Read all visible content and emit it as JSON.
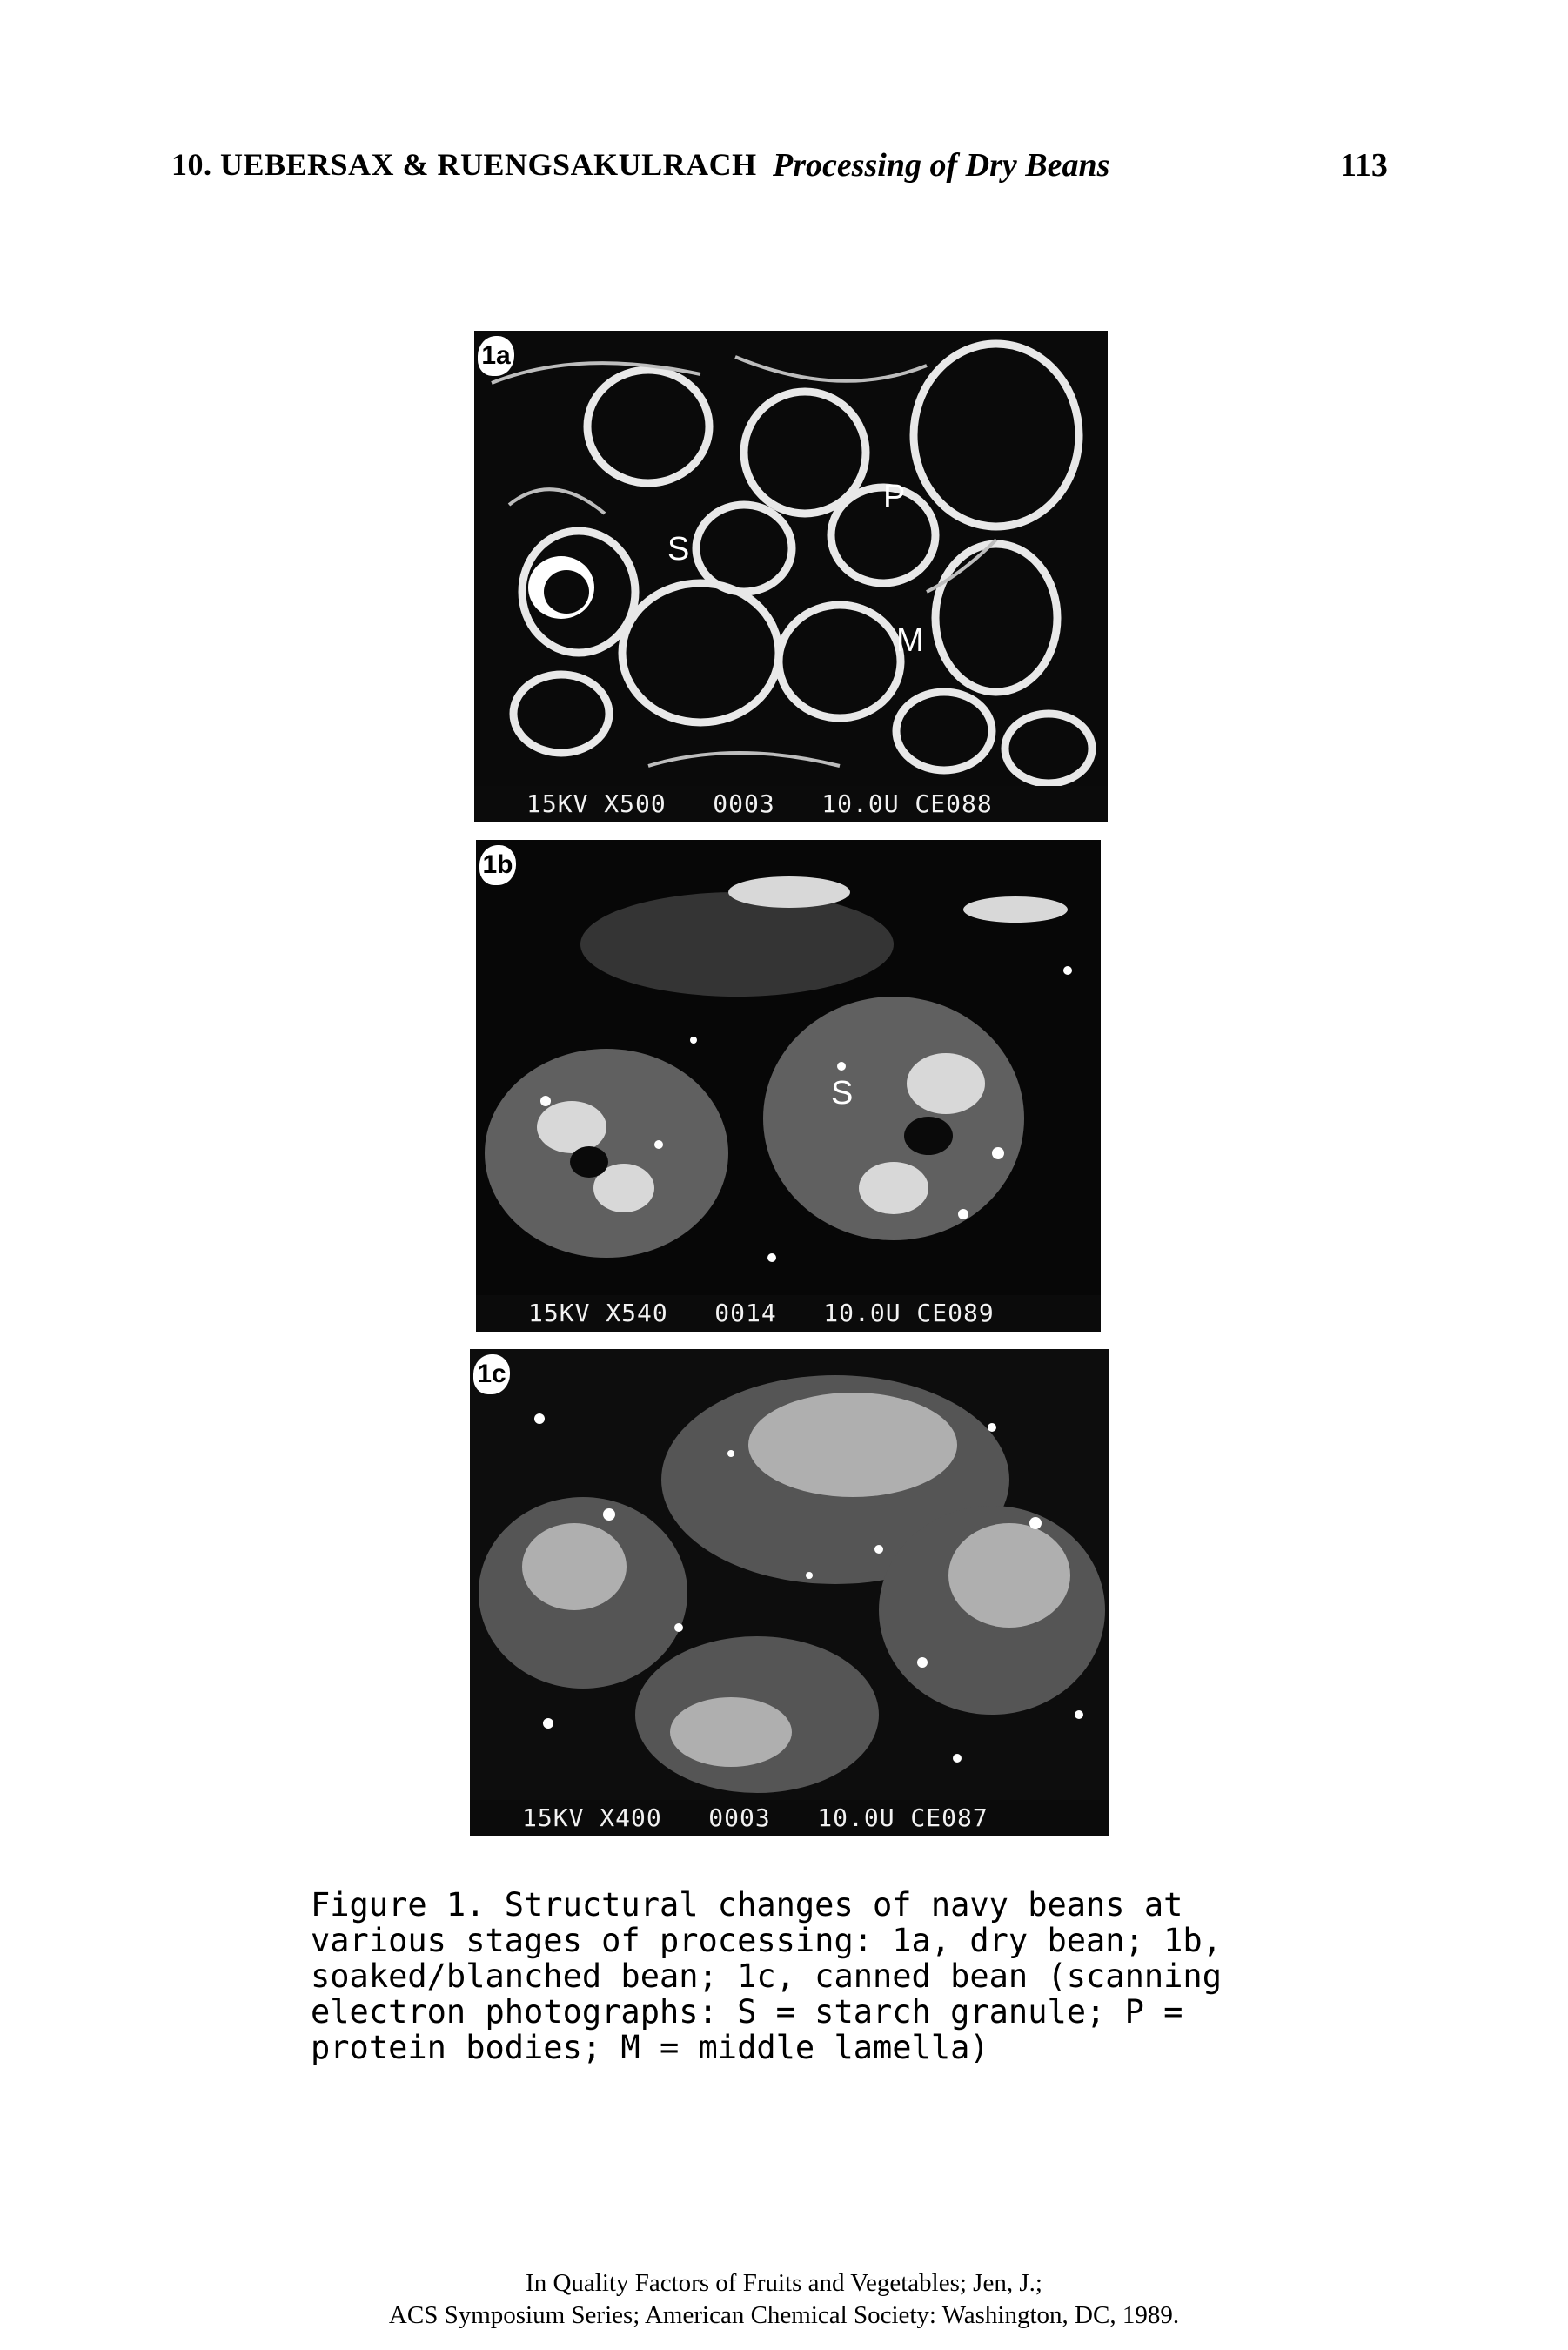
{
  "running_head": {
    "chapter": "10.  UEBERSAX & RUENGSAKULRACH",
    "title": "Processing of Dry Beans",
    "page_number": "113"
  },
  "figure": {
    "panels": [
      {
        "label": "1a",
        "markers": [
          "S",
          "P",
          "M"
        ],
        "scale_text": "15KV X500   0003   10.0U CE088"
      },
      {
        "label": "1b",
        "markers": [
          "S"
        ],
        "scale_text": "15KV X540   0014   10.0U CE089"
      },
      {
        "label": "1c",
        "markers": [],
        "scale_text": "15KV X400   0003   10.0U CE087"
      }
    ]
  },
  "caption": "Figure 1. Structural changes of navy beans at various stages of processing: 1a, dry bean; 1b, soaked/blanched bean; 1c, canned bean (scanning electron photographs: S = starch granule; P = protein bodies; M = middle lamella)",
  "footer": {
    "line1": "In Quality Factors of Fruits and Vegetables; Jen, J.;",
    "line2": "ACS Symposium Series; American Chemical Society: Washington, DC, 1989."
  }
}
